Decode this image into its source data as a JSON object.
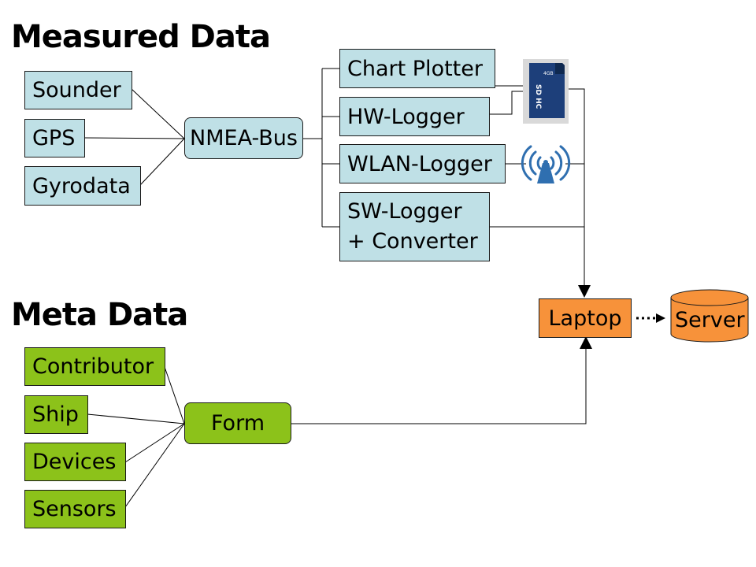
{
  "headings": {
    "measured": "Measured Data",
    "meta": "Meta Data"
  },
  "measured_sources": [
    "Sounder",
    "GPS",
    "Gyrodata"
  ],
  "bus": "NMEA-Bus",
  "loggers": {
    "chart_plotter": "Chart Plotter",
    "hw_logger": "HW-Logger",
    "wlan_logger": "WLAN-Logger",
    "sw_logger_line1": "SW-Logger",
    "sw_logger_line2": "+ Converter"
  },
  "sd_card": {
    "capacity": "4GB",
    "type": "SD HC"
  },
  "meta_sources": [
    "Contributor",
    "Ship",
    "Devices",
    "Sensors"
  ],
  "form": "Form",
  "laptop": "Laptop",
  "server": "Server",
  "colors": {
    "measured_box": "#bfe0e6",
    "meta_box": "#8cc21a",
    "endpoint": "#f7923a",
    "wifi_icon": "#2f6fb0"
  }
}
